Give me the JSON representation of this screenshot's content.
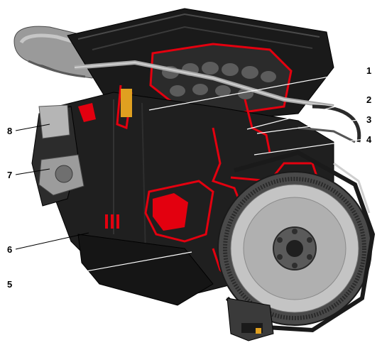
{
  "figure": {
    "subject": "engine-cutaway-illustration",
    "colors": {
      "background": "#ffffff",
      "engine_body": "#1f1f1f",
      "engine_dark": "#0d0d0d",
      "engine_mid": "#3a3a3a",
      "metal_light": "#bdbdbd",
      "metal_mid": "#8c8c8c",
      "highlight_red": "#e3000f",
      "accent_orange": "#e0a020",
      "leader_line": "#ffffff"
    },
    "callouts": [
      {
        "id": "1",
        "label": "1"
      },
      {
        "id": "2",
        "label": "2"
      },
      {
        "id": "3",
        "label": "3"
      },
      {
        "id": "4",
        "label": "4"
      },
      {
        "id": "5",
        "label": "5"
      },
      {
        "id": "6",
        "label": "6"
      },
      {
        "id": "7",
        "label": "7"
      },
      {
        "id": "8",
        "label": "8"
      }
    ]
  }
}
